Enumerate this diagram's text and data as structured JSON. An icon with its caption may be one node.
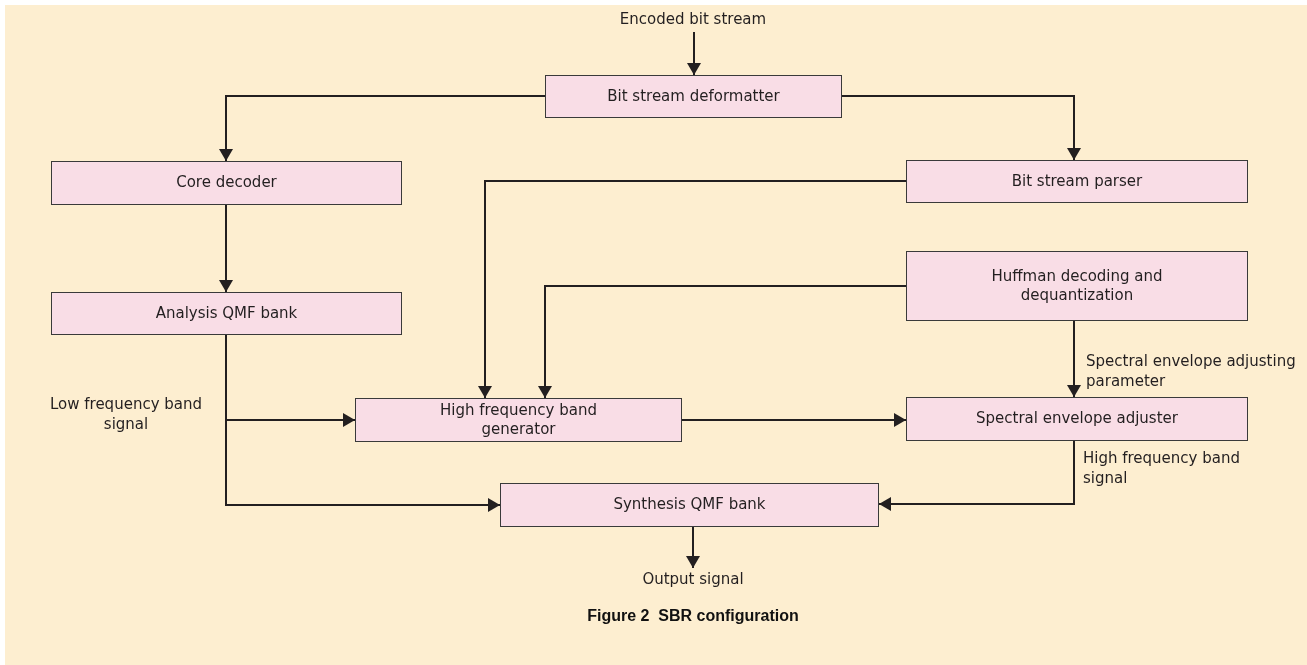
{
  "diagram": {
    "caption": "Figure 2  SBR configuration",
    "nodes": [
      {
        "text": [
          "Encoded bit stream"
        ]
      },
      {
        "text": [
          "Bit stream deformatter"
        ]
      },
      {
        "text": [
          "Core decoder"
        ]
      },
      {
        "text": [
          "Bit stream parser"
        ]
      },
      {
        "text": [
          "Analysis QMF bank"
        ]
      },
      {
        "text": [
          "Huffman decoding and dequantization"
        ]
      },
      {
        "text": [
          "High frequency band generator"
        ]
      },
      {
        "text": [
          "Spectral envelope adjuster"
        ]
      },
      {
        "text": [
          "Synthesis QMF bank"
        ]
      },
      {
        "text": [
          "Output signal"
        ]
      }
    ],
    "edges": [
      {
        "from": 0,
        "to": 1,
        "arrow": "to"
      },
      {
        "from": 1,
        "to": 2,
        "arrow": "to"
      },
      {
        "from": 1,
        "to": 3,
        "arrow": "to"
      },
      {
        "from": 2,
        "to": 4,
        "arrow": "to"
      },
      {
        "from": 3,
        "to": 6,
        "arrow": "to"
      },
      {
        "from": 5,
        "to": 6,
        "arrow": "to"
      },
      {
        "from": 5,
        "to": 7,
        "arrow": "to",
        "label": "Spectral envelope adjusting parameter"
      },
      {
        "from": 4,
        "to": 6,
        "arrow": "to",
        "label": "Low frequency band signal"
      },
      {
        "from": 4,
        "to": 8,
        "arrow": "to"
      },
      {
        "from": 6,
        "to": 7,
        "arrow": "to"
      },
      {
        "from": 7,
        "to": 8,
        "arrow": "to",
        "label": "High frequency band signal"
      },
      {
        "from": 8,
        "to": 9,
        "arrow": "to"
      }
    ]
  }
}
